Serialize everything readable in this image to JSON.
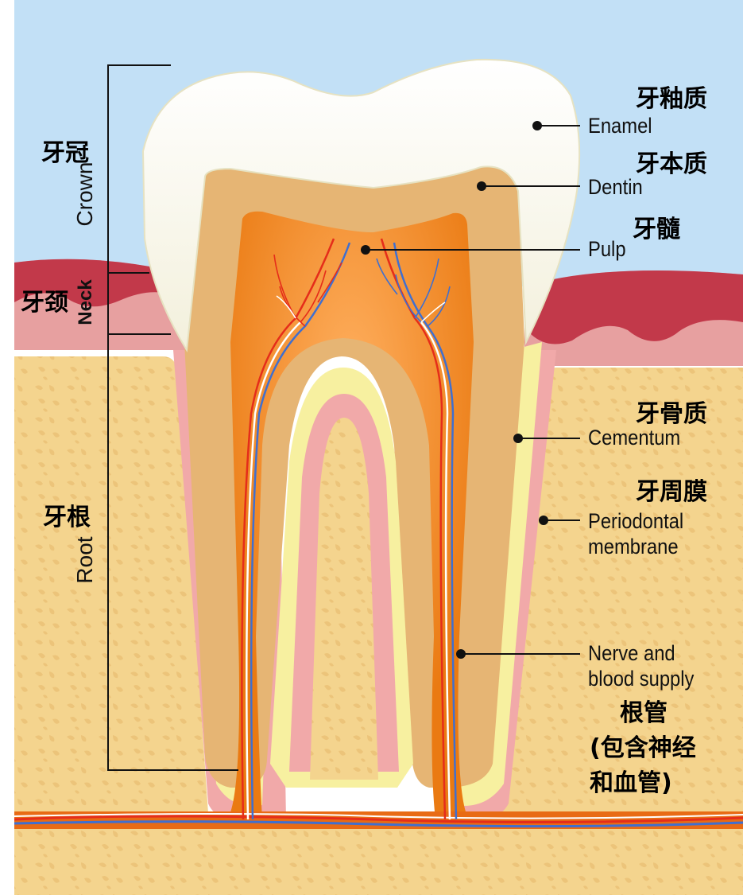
{
  "labels": {
    "enamel": {
      "zh": "牙釉质",
      "en": "Enamel"
    },
    "dentin": {
      "zh": "牙本质",
      "en": "Dentin"
    },
    "pulp": {
      "zh": "牙髓",
      "en": "Pulp"
    },
    "cementum": {
      "zh": "牙骨质",
      "en": "Cementum"
    },
    "periodontal": {
      "zh": "牙周膜",
      "en_line1": "Periodontal",
      "en_line2": "membrane"
    },
    "nerve": {
      "en_line1": "Nerve and",
      "en_line2": "blood supply",
      "zh_line1": "根管",
      "zh_line2": "(包含神经",
      "zh_line3": "和血管)"
    }
  },
  "sections": {
    "crown": {
      "zh": "牙冠",
      "en": "Crown"
    },
    "neck": {
      "zh": "牙颈",
      "en": "Neck"
    },
    "root": {
      "zh": "牙根",
      "en": "Root"
    }
  },
  "colors": {
    "sky": "#c2e0f6",
    "bone": "#f4d48e",
    "gum": "#e7a0a0",
    "gum_dark": "#c2394a",
    "enamel": "#fbfaf0",
    "dentin": "#e8b876",
    "pulp": "#f0871e",
    "cementum": "#f7f0a0",
    "artery": "#e52d1a",
    "vein": "#3f6fd0"
  }
}
